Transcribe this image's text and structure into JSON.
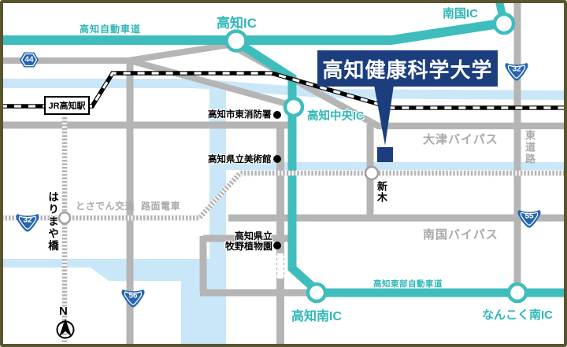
{
  "map": {
    "university_label": "高知健康科学大学",
    "expressways": {
      "kochi_expwy": "高知自動車道",
      "kochi_tobu_expwy": "高知東部自動車道"
    },
    "interchanges": {
      "kochi_ic": "高知IC",
      "nangoku_ic": "南国IC",
      "kochi_chuo_ic": "高知中央IC",
      "kochi_minami_ic": "高知南IC",
      "nankoku_minami_ic": "なんこく南IC"
    },
    "stations": {
      "jr_kochi": "JR高知駅",
      "araki": "新木"
    },
    "landmarks": {
      "fire_station": "高知市東消防署",
      "art_museum": "高知県立美術館",
      "botanical_garden_line1": "高知県立",
      "botanical_garden_line2": "牧野植物園",
      "harimaya_bridge": "はりまや橋"
    },
    "roads": {
      "otsu_bypass": "大津バイパス",
      "nangoku_bypass": "南国バイパス",
      "higashi_doro": "東道路"
    },
    "tram": {
      "operator": "とさでん交通",
      "type": "路面電車"
    },
    "route_shields": {
      "r44": "44",
      "r32_ne": "32",
      "r32_sw": "32",
      "r55": "55",
      "r56": "56"
    },
    "compass_n": "N",
    "colors": {
      "expressway_teal": "#3fbdbd",
      "university_navy": "#1c3e7e",
      "road_gray": "#b5b5b5",
      "river_blue": "#c9e7f8",
      "route_sign_blue": "#2565b0",
      "frame_olive": "#59552f"
    }
  }
}
